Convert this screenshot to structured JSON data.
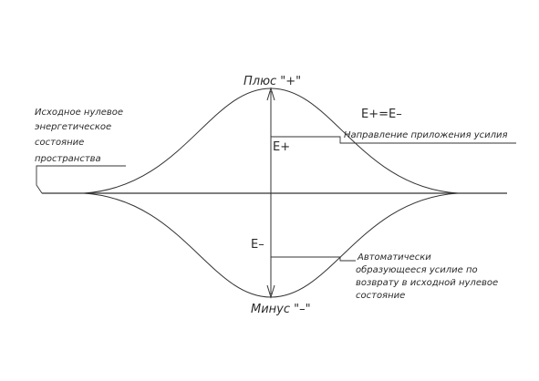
{
  "labels": {
    "plus": "Плюс \"+\"",
    "minus": "Минус \"–\"",
    "e_plus": "E+",
    "e_minus": "E–",
    "equation": "E+=E–",
    "direction": "Направление приложения усилия",
    "initial_state": [
      "Исходное нулевое",
      "энергетическое",
      "состояние",
      "пространства"
    ],
    "auto_force": [
      "Автоматически",
      "образующееся усилие по",
      "возврату в исходной нулевое",
      "состояние"
    ]
  },
  "colors": {
    "line": "#333333",
    "text": "#2a2a2a",
    "background": "#ffffff"
  }
}
